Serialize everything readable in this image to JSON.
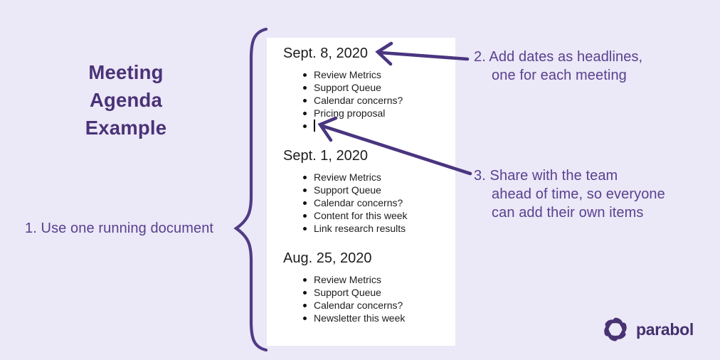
{
  "colors": {
    "background": "#EBE8F7",
    "title_purple": "#4A3277",
    "annotation_purple": "#59418F",
    "arrow_purple": "#4A3580",
    "brace_purple": "#503B85",
    "document_background": "#FFFFFF",
    "document_text": "#1D1D1D",
    "logo_purple": "#493272"
  },
  "title": {
    "line1": "Meeting",
    "line2": "Agenda",
    "line3": "Example"
  },
  "document": {
    "sections": [
      {
        "heading": "Sept. 8, 2020",
        "items": [
          "Review Metrics",
          "Support Queue",
          "Calendar concerns?",
          "Pricing proposal",
          ""
        ]
      },
      {
        "heading": "Sept. 1, 2020",
        "items": [
          "Review Metrics",
          "Support Queue",
          "Calendar concerns?",
          "Content for this week",
          "Link research results"
        ]
      },
      {
        "heading": "Aug. 25, 2020",
        "items": [
          "Review Metrics",
          "Support Queue",
          "Calendar concerns?",
          "Newsletter this week"
        ]
      }
    ]
  },
  "annotations": {
    "one": "1. Use one running document",
    "two": [
      "2. Add dates as headlines,",
      "one for each meeting"
    ],
    "three": [
      "3. Share with the team",
      "ahead of time, so everyone",
      "can add their own items"
    ]
  },
  "logo": {
    "brand": "parabol",
    "mark_icon": "parabol-pinwheel-icon"
  },
  "icons": {
    "text_caret": "text-cursor",
    "arrow_to_headline": "arrow-left-icon",
    "arrow_to_empty_item": "arrow-up-left-icon",
    "brace": "left-curly-brace"
  }
}
